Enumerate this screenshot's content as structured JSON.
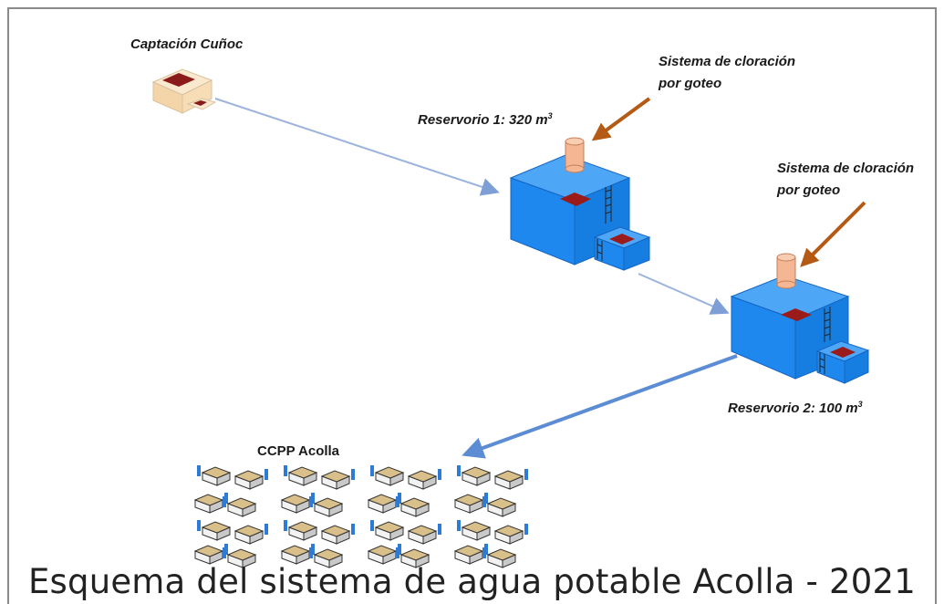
{
  "nodes": {
    "captacion": {
      "label": "Captación Cuñoc"
    },
    "chlor1": {
      "label_line1": "Sistema de cloración",
      "label_line2": "por goteo"
    },
    "chlor2": {
      "label_line1": "Sistema de cloración",
      "label_line2": "por goteo"
    },
    "reservoir1": {
      "label": "Reservorio 1: 320 m",
      "sup": "3"
    },
    "reservoir2": {
      "label": "Reservorio 2: 100 m",
      "sup": "3"
    },
    "ccpp": {
      "label": "CCPP Acolla"
    }
  },
  "caption": "Esquema del sistema de agua potable Acolla - 2021",
  "colors": {
    "reservoir_blue": "#1e8cf0",
    "hatch_red": "#9b1b1b",
    "flow_arrow": "#8ea9d9",
    "chlor_arrow": "#b55a14",
    "tower": "#f2b48f"
  }
}
